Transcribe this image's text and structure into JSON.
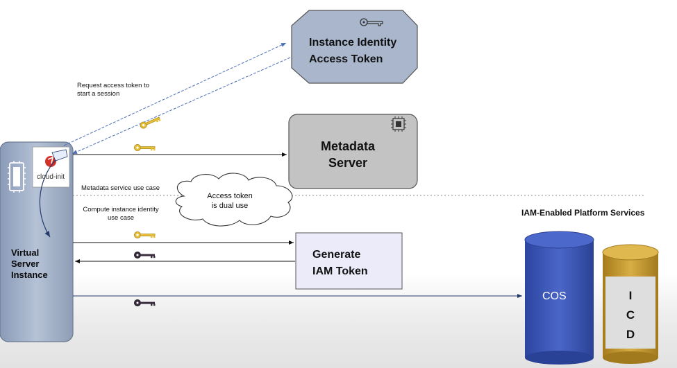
{
  "nodes": {
    "instance_identity": {
      "line1": "Instance Identity",
      "line2": "Access Token"
    },
    "metadata_server": {
      "line1": "Metadata",
      "line2": "Server"
    },
    "generate_iam": {
      "line1": "Generate",
      "line2": "IAM Token"
    },
    "virtual_server": {
      "line1": "Virtual",
      "line2": "Server",
      "line3": "Instance"
    },
    "cloud_init": {
      "label": "cloud-init"
    }
  },
  "annotations": {
    "request_token_line1": "Request access token to",
    "request_token_line2": "start a session",
    "metadata_use_case": "Metadata service use case",
    "compute_use_case_line1": "Compute instance identity",
    "compute_use_case_line2": "use case"
  },
  "cloud_note": {
    "line1": "Access token",
    "line2": "is dual use"
  },
  "platform": {
    "title": "IAM-Enabled Platform Services",
    "cos": "COS",
    "icd_letters": [
      "I",
      "C",
      "D"
    ]
  },
  "colors": {
    "gold_key": "#e8c23a",
    "dark_key": "#3a2d3e",
    "cos_blue": "#3a55b8",
    "icd_gold": "#c49a2e",
    "octagon_fill": "#a9b6cc",
    "metadata_fill": "#c3c3c3",
    "iam_fill": "#ecebfa"
  },
  "icons": {
    "key_icon": "key-icon",
    "chip_icon": "chip-icon",
    "cloud_init_logo": "cloud-init-logo"
  }
}
